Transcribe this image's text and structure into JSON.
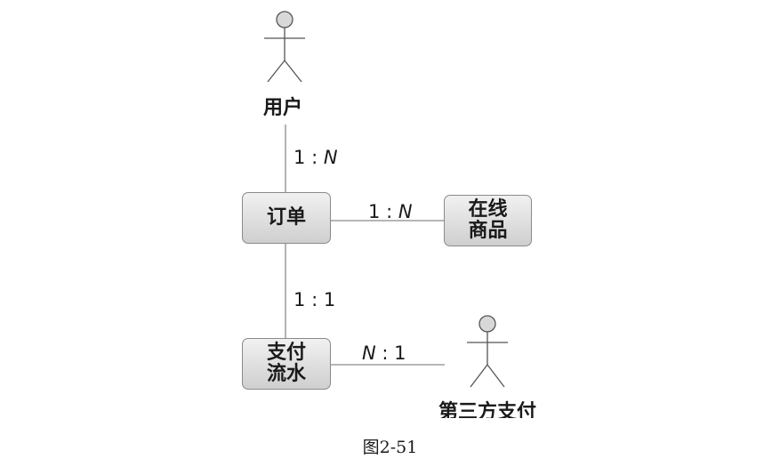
{
  "actors": {
    "user": "用户",
    "payment": "第三方支付"
  },
  "entities": {
    "order": "订单",
    "product_line1": "在线",
    "product_line2": "商品",
    "flow_line1": "支付",
    "flow_line2": "流水"
  },
  "relations": {
    "user_order": {
      "left": "1",
      "sep": ":",
      "right": "N"
    },
    "order_product": {
      "left": "1",
      "sep": ":",
      "right": "N"
    },
    "order_flow": {
      "left": "1",
      "sep": ":",
      "right": "1"
    },
    "flow_payment": {
      "left": "N",
      "sep": ":",
      "right": "1"
    }
  },
  "caption": "图2-51",
  "colors": {
    "line": "#8a8a8a",
    "box_top": "#f1f1f1",
    "box_bottom": "#cfcfcf",
    "actor_head": "#d8d8d8"
  }
}
